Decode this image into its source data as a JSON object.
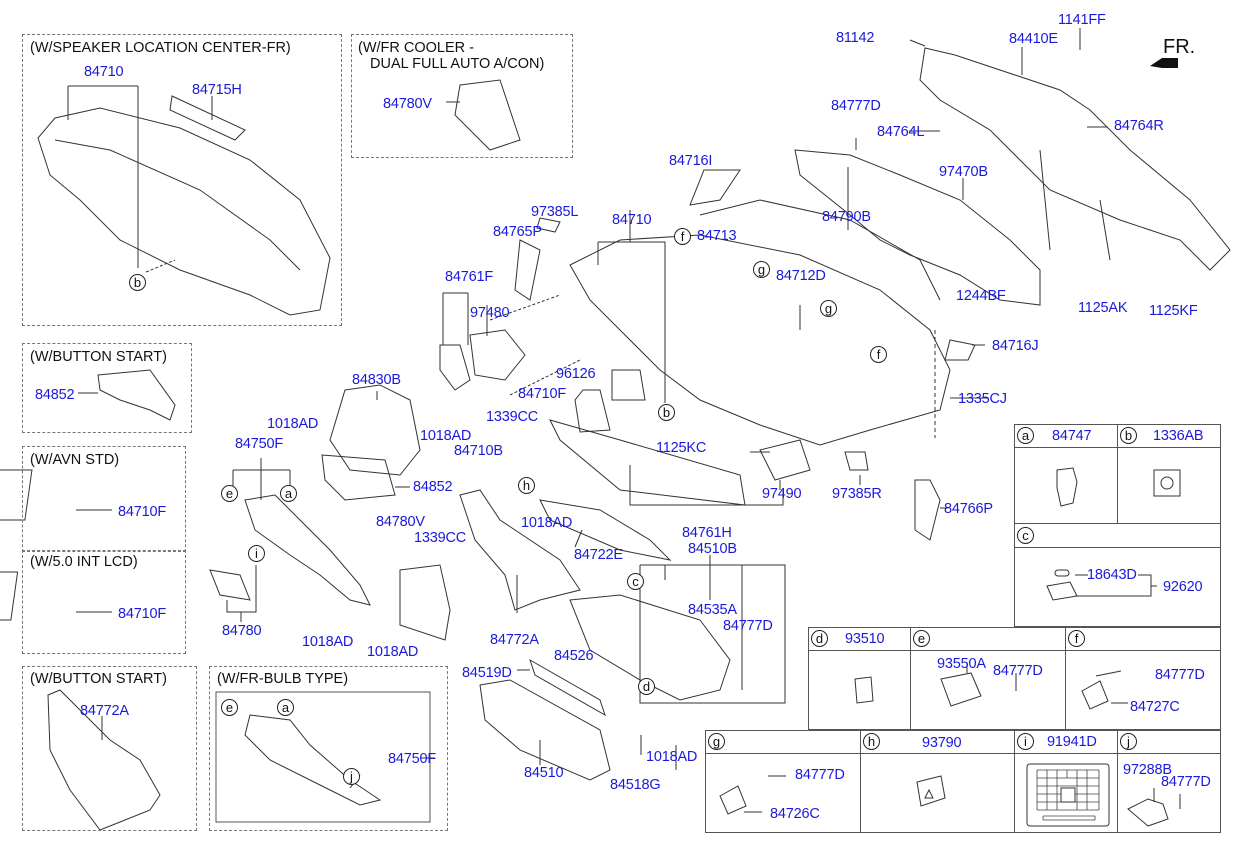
{
  "direction_indicator": "FR.",
  "variant_boxes": {
    "speaker_center": "(W/SPEAKER LOCATION CENTER-FR)",
    "fr_cooler_line1": "(W/FR COOLER -",
    "fr_cooler_line2": "DUAL FULL AUTO A/CON)",
    "button_start_top": "(W/BUTTON START)",
    "avn_std": "(W/AVN STD)",
    "int_lcd": "(W/5.0 INT LCD)",
    "button_start_bottom": "(W/BUTTON START)",
    "fr_bulb": "(W/FR-BULB TYPE)"
  },
  "parts": {
    "p81142": "81142",
    "p1141FF": "1141FF",
    "p84410E": "84410E",
    "p84777D_top": "84777D",
    "p84764L": "84764L",
    "p84764R": "84764R",
    "p97470B": "97470B",
    "p84790B": "84790B",
    "p84712D": "84712D",
    "p1244BF": "1244BF",
    "p1125AK": "1125AK",
    "p1125KF": "1125KF",
    "p84716J": "84716J",
    "p1335CJ": "1335CJ",
    "p84716I": "84716I",
    "p84710_main": "84710",
    "p84713": "84713",
    "p97385L": "97385L",
    "p84765P": "84765P",
    "p84761F": "84761F",
    "p97480": "97480",
    "p96126": "96126",
    "p84710F_main": "84710F",
    "p1339CC_top": "1339CC",
    "p1018AD_a": "1018AD",
    "p84830B": "84830B",
    "p1018AD_b": "1018AD",
    "p84750F_main": "84750F",
    "p84852_main": "84852",
    "p84710B": "84710B",
    "p1125KC": "1125KC",
    "p97490": "97490",
    "p97385R": "97385R",
    "p84766P": "84766P",
    "p84761H": "84761H",
    "p1018AD_c": "1018AD",
    "p84722E": "84722E",
    "p84510B": "84510B",
    "p84535A": "84535A",
    "p84777D_mid": "84777D",
    "p84780V_main": "84780V",
    "p1339CC_bot": "1339CC",
    "p84772A_main": "84772A",
    "p84780": "84780",
    "p1018AD_d": "1018AD",
    "p1018AD_e": "1018AD",
    "p84526": "84526",
    "p84519D": "84519D",
    "p84510": "84510",
    "p84518G": "84518G",
    "p1018AD_f": "1018AD",
    "p84710_speaker": "84710",
    "p84715H": "84715H",
    "p84780V_cooler": "84780V",
    "p84852_button": "84852",
    "p84710F_avn": "84710F",
    "p84710F_lcd": "84710F",
    "p84772A_button": "84772A",
    "p84750F_bulb": "84750F"
  },
  "callouts": {
    "a": "a",
    "b": "b",
    "c": "c",
    "d": "d",
    "e": "e",
    "f": "f",
    "g": "g",
    "h": "h",
    "i": "i",
    "j": "j"
  },
  "legend_table": {
    "a": {
      "key": "a",
      "part": "84747"
    },
    "b": {
      "key": "b",
      "part": "1336AB"
    },
    "c": {
      "key": "c",
      "parts": [
        "18643D",
        "92620"
      ]
    },
    "d": {
      "key": "d",
      "part": "93510"
    },
    "e": {
      "key": "e",
      "parts": [
        "93550A",
        "84777D"
      ]
    },
    "f": {
      "key": "f",
      "parts": [
        "84777D",
        "84727C"
      ]
    },
    "g": {
      "key": "g",
      "parts": [
        "84777D",
        "84726C"
      ]
    },
    "h": {
      "key": "h",
      "part": "93790"
    },
    "i": {
      "key": "i",
      "part": "91941D"
    },
    "j": {
      "key": "j",
      "parts": [
        "97288B",
        "84777D"
      ]
    }
  }
}
